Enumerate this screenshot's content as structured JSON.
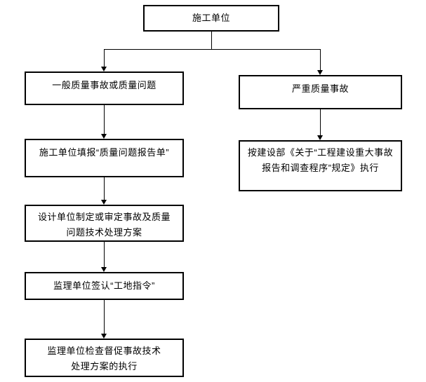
{
  "flowchart": {
    "nodes": {
      "construction_unit": {
        "label": "施工单位"
      },
      "general_quality": {
        "label": "一般质量事故或质量问题"
      },
      "severe_quality": {
        "label": "严重质量事故"
      },
      "fill_report": {
        "label": "施工单位填报“质量问题报告单”"
      },
      "ministry_regulation": {
        "label": "按建设部《关于“工程建设重大事故\n报告和调查程序”规定》执行"
      },
      "design_plan": {
        "label": "设计单位制定或审定事故及质量\n问题技术处理方案"
      },
      "supervision_sign": {
        "label": "监理单位签认“工地指令”"
      },
      "supervision_check": {
        "label": "监理单位检查督促事故技术\n处理方案的执行"
      }
    },
    "colors": {
      "background": "#ffffff",
      "line": "#000000",
      "box_border": "#000000",
      "text": "#000000"
    }
  }
}
